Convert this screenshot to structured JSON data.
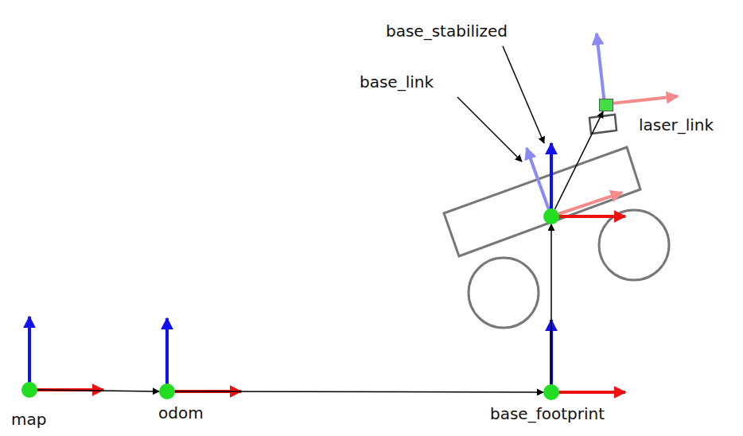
{
  "diagram": {
    "nodes": [
      {
        "text": [
          "map"
        ]
      },
      {
        "text": [
          "odom"
        ]
      },
      {
        "text": [
          "base_footprint"
        ]
      },
      {
        "text": [
          "base_stabilized"
        ]
      },
      {
        "text": [
          "base_link"
        ]
      },
      {
        "text": [
          "laser_link"
        ]
      }
    ],
    "edges": [
      {
        "from": 0,
        "to": 1,
        "arrow": "to"
      },
      {
        "from": 1,
        "to": 2,
        "arrow": "to"
      },
      {
        "from": 2,
        "to": 3,
        "arrow": "to"
      },
      {
        "from": 4,
        "to": 5,
        "arrow": "to"
      }
    ]
  }
}
